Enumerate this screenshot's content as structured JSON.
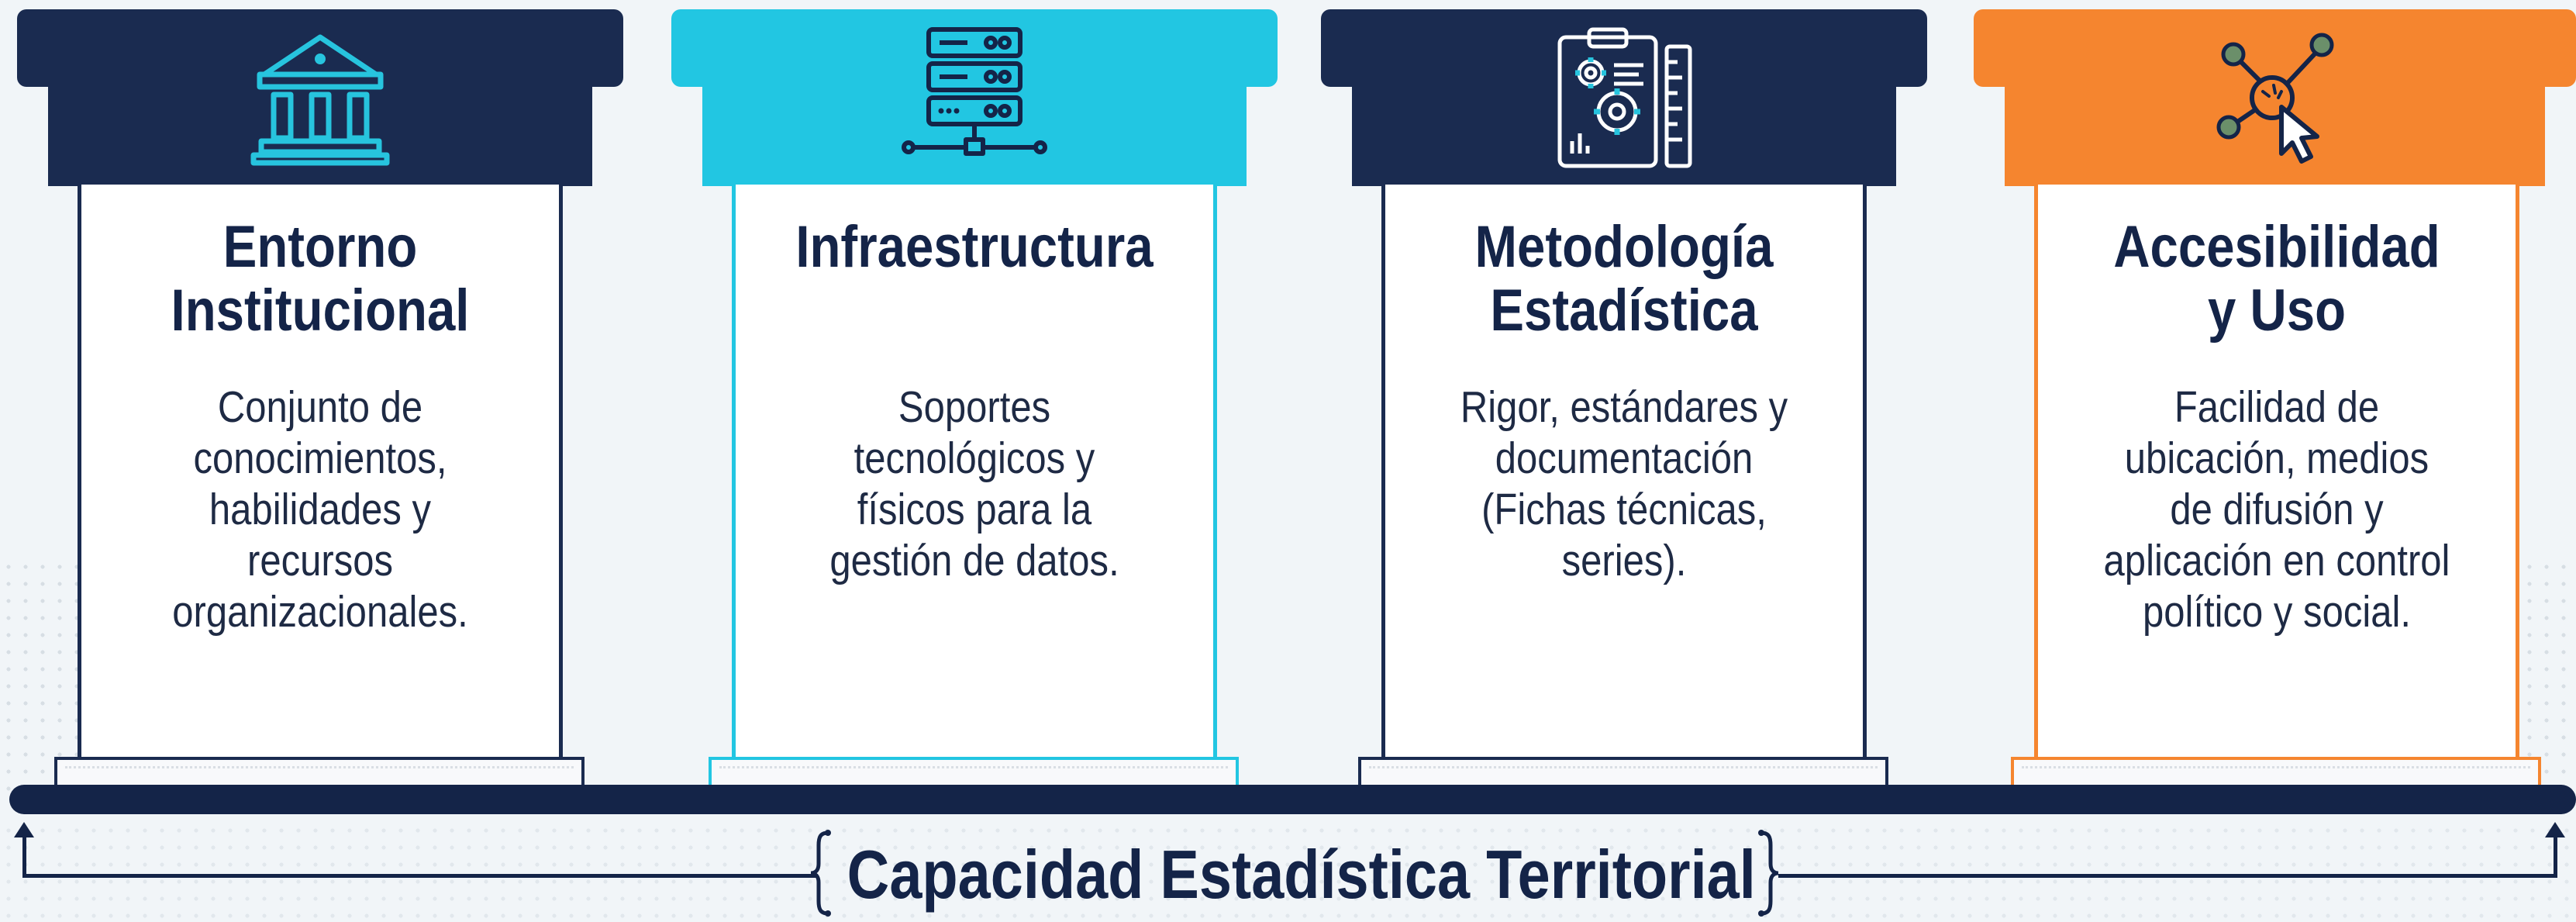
{
  "pillars": [
    {
      "title": "Entorno\nInstitucional",
      "description": "Conjunto de\nconocimientos,\nhabilidades y\nrecursos\norganizacionales.",
      "icon": "institution-building-icon",
      "cap_color": "#1a2b50",
      "border_color": "#1a2b50"
    },
    {
      "title": "Infraestructura",
      "description": "Soportes\ntecnológicos y\nfísicos para la\ngestión de datos.",
      "icon": "server-rack-icon",
      "cap_color": "#22c6e2",
      "border_color": "#22c6e2"
    },
    {
      "title": "Metodología\nEstadística",
      "description": "Rigor, estándares y\ndocumentación\n(Fichas técnicas,\nseries).",
      "icon": "clipboard-gears-icon",
      "cap_color": "#1a2b50",
      "border_color": "#1a2b50"
    },
    {
      "title": "Accesibilidad\ny Uso",
      "description": "Facilidad de\nubicación, medios\nde difusión y\naplicación en control\npolítico y social.",
      "icon": "network-cursor-icon",
      "cap_color": "#f5852f",
      "border_color": "#f5852f"
    }
  ],
  "footer": {
    "title": "Capacidad Estadística Territorial"
  },
  "colors": {
    "navy": "#142448",
    "cyan": "#22c6e2",
    "orange": "#f5852f",
    "background": "#f1f5f8"
  }
}
